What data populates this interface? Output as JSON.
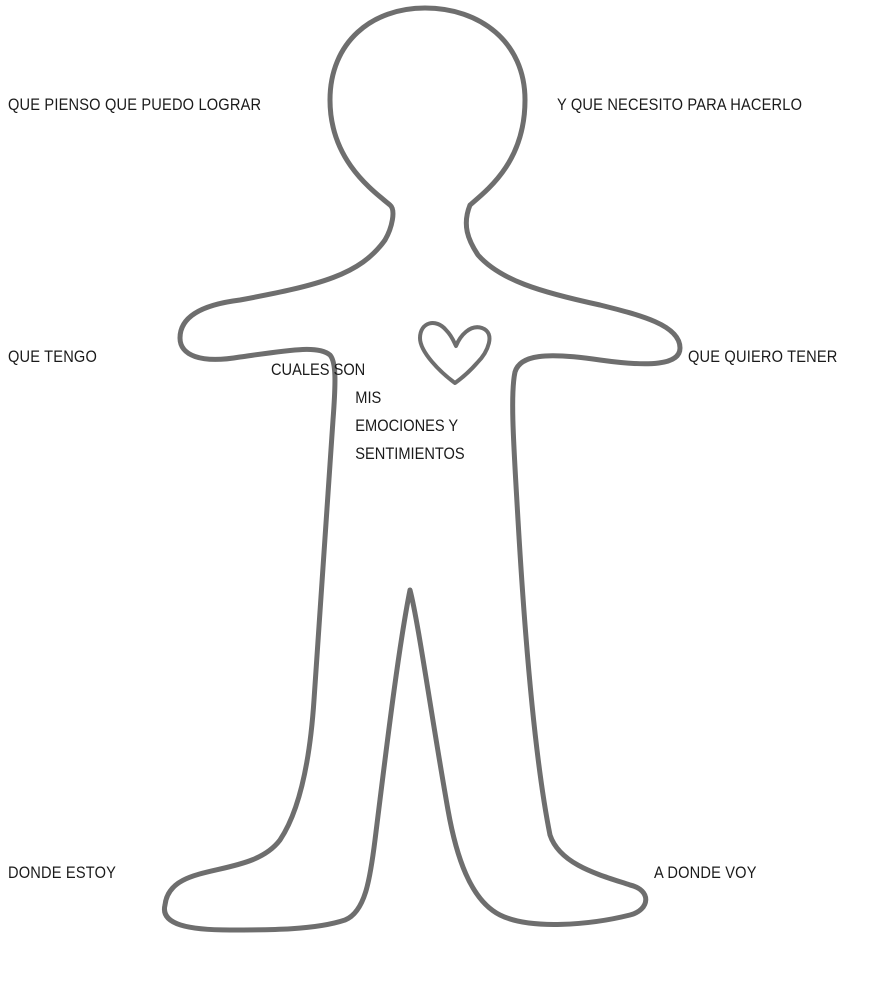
{
  "labels": {
    "top_left": "QUE PIENSO QUE PUEDO LOGRAR",
    "top_right": "Y QUE NECESITO PARA HACERLO",
    "mid_left": "QUE TENGO",
    "mid_right": "QUE QUIERO TENER",
    "bottom_left": "DONDE ESTOY",
    "bottom_right": "A DONDE VOY"
  },
  "center": {
    "lines": [
      "CUALES SON",
      "MIS",
      "EMOCIONES Y",
      "SENTIMIENTOS"
    ]
  },
  "colors": {
    "outline": "#6e6e6e",
    "text": "#1a1a1a"
  },
  "icons": [
    "heart-icon"
  ]
}
